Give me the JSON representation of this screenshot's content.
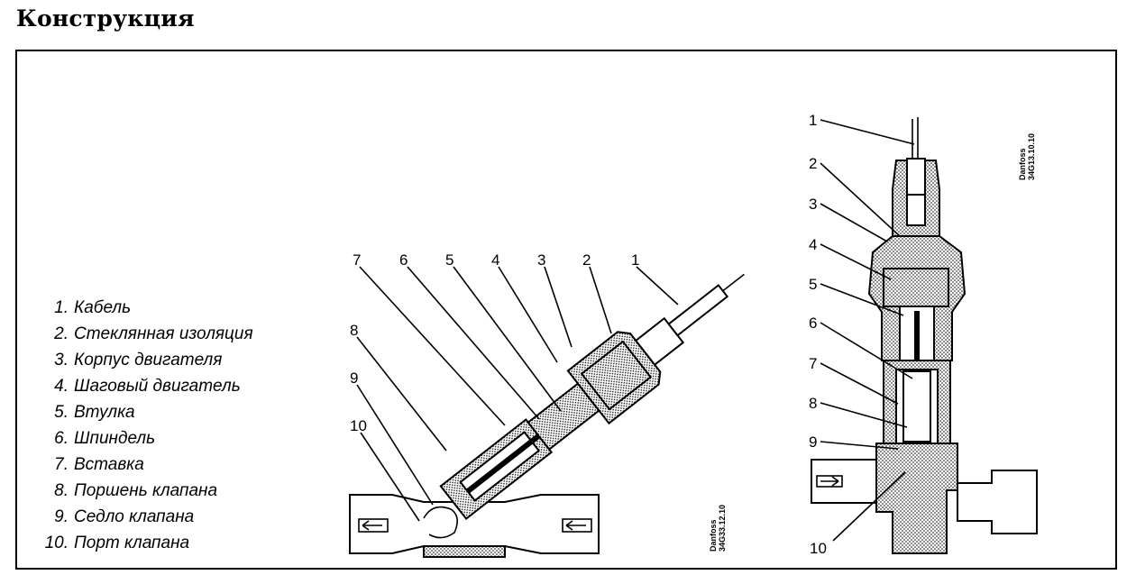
{
  "page": {
    "title": "Конструкция"
  },
  "legend": [
    {
      "num": "1.",
      "label": "Кабель"
    },
    {
      "num": "2.",
      "label": "Стеклянная изоляция"
    },
    {
      "num": "3.",
      "label": "Корпус двигателя"
    },
    {
      "num": "4.",
      "label": "Шаговый двигатель"
    },
    {
      "num": "5.",
      "label": "Втулка"
    },
    {
      "num": "6.",
      "label": "Шпиндель"
    },
    {
      "num": "7.",
      "label": "Вставка"
    },
    {
      "num": "8.",
      "label": "Поршень клапана"
    },
    {
      "num": "9.",
      "label": "Седло клапана"
    },
    {
      "num": "10.",
      "label": "Порт клапана"
    }
  ],
  "angled_valve": {
    "callouts": [
      "1",
      "2",
      "3",
      "4",
      "5",
      "6",
      "7",
      "8",
      "9",
      "10"
    ],
    "brand": "Danfoss",
    "code": "34G33.12.10"
  },
  "straight_valve": {
    "callouts": [
      "1",
      "2",
      "3",
      "4",
      "5",
      "6",
      "7",
      "8",
      "9",
      "10"
    ],
    "brand": "Danfoss",
    "code": "34G13.10.10"
  }
}
